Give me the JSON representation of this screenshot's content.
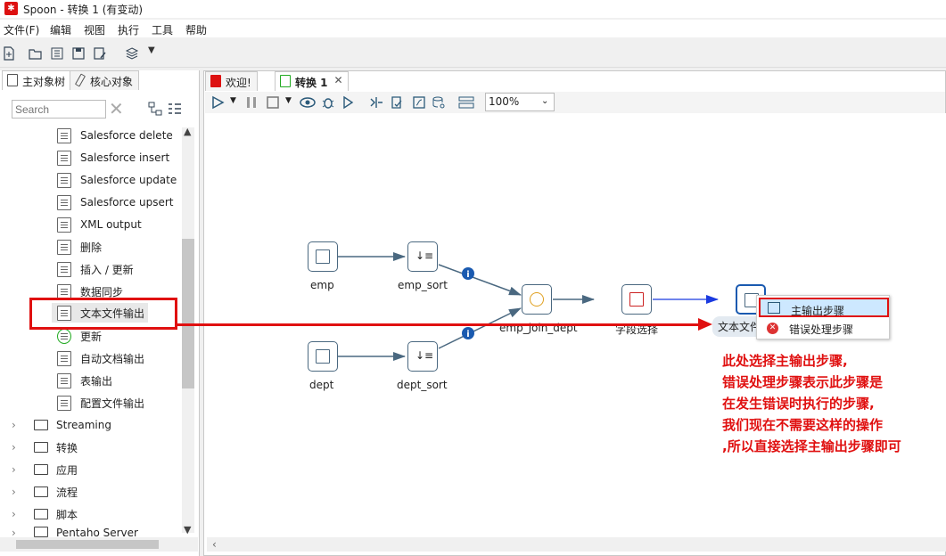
{
  "window": {
    "title": "Spoon - 转换 1 (有变动)"
  },
  "menu": [
    "文件(F)",
    "编辑",
    "视图",
    "执行",
    "工具",
    "帮助"
  ],
  "left_tabs": [
    {
      "label": "主对象树"
    },
    {
      "label": "核心对象"
    }
  ],
  "search": {
    "placeholder": "Search"
  },
  "tree": {
    "steps": [
      "Salesforce delete",
      "Salesforce insert",
      "Salesforce update",
      "Salesforce upsert",
      "XML output",
      "删除",
      "插入 / 更新",
      "数据同步",
      "文本文件输出",
      "更新",
      "自动文档输出",
      "表输出",
      "配置文件输出"
    ],
    "folders": [
      "Streaming",
      "转换",
      "应用",
      "流程",
      "脚本",
      "Pentaho Server"
    ]
  },
  "editor_tabs": [
    {
      "label": "欢迎!"
    },
    {
      "label": "转换 1"
    }
  ],
  "zoom": {
    "value": "100%"
  },
  "nodes": {
    "emp": "emp",
    "emp_sort": "emp_sort",
    "dept": "dept",
    "dept_sort": "dept_sort",
    "join": "emp_join_dept",
    "select": "字段选择",
    "output": "文本文件"
  },
  "popup": {
    "main_output": "主输出步骤",
    "error_handling": "错误处理步骤"
  },
  "annotation": [
    "此处选择主输出步骤,",
    "错误处理步骤表示此步骤是",
    "在发生错误时执行的步骤,",
    "我们现在不需要这样的操作",
    ",所以直接选择主输出步骤即可"
  ],
  "colors": {
    "accent_red": "#e01010",
    "hop_blue": "#1a3ae0",
    "hop_gray": "#4a6880"
  }
}
